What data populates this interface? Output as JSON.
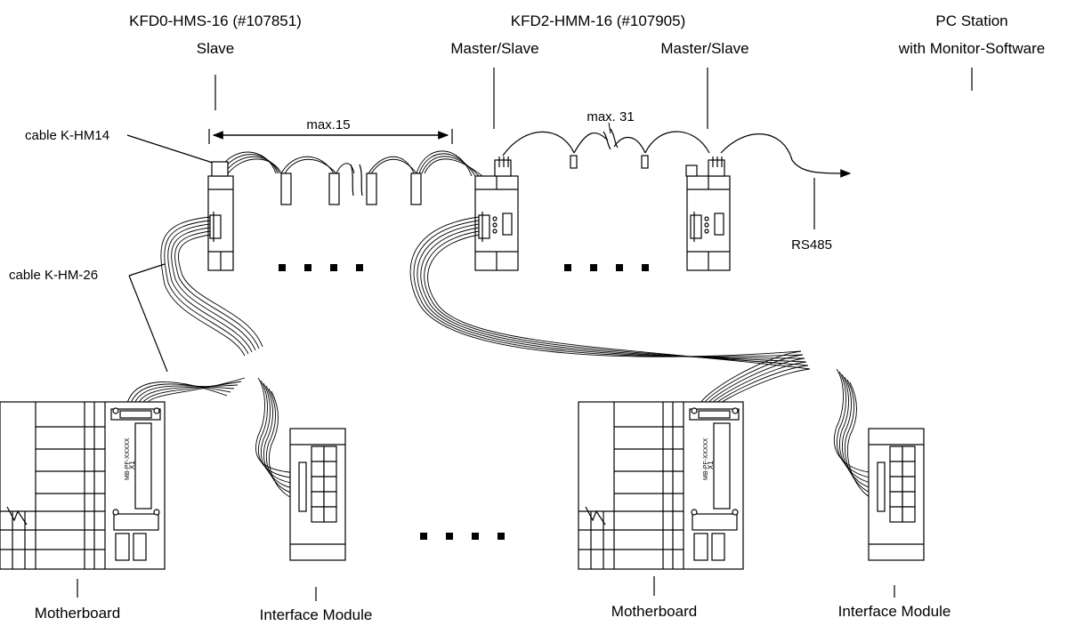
{
  "labels": {
    "slave_model": "KFD0-HMS-16 (#107851)",
    "slave_role": "Slave",
    "master_model": "KFD2-HMM-16 (#107905)",
    "master_role_1": "Master/Slave",
    "master_role_2": "Master/Slave",
    "pc_line1": "PC Station",
    "pc_line2": "with Monitor-Software",
    "cable_hm14": "cable K-HM14",
    "cable_hm26": "cable K-HM-26",
    "max15": "max.15",
    "max31": "max. 31",
    "rs485": "RS485",
    "motherboard_1": "Motherboard",
    "interface_1": "Interface Module",
    "motherboard_2": "Motherboard",
    "interface_2": "Interface Module",
    "board_code_1": "MB-PF-XXXXX",
    "board_conn_1": "X1",
    "board_code_2": "MB-PF-XXXXX",
    "board_conn_2": "X1"
  }
}
